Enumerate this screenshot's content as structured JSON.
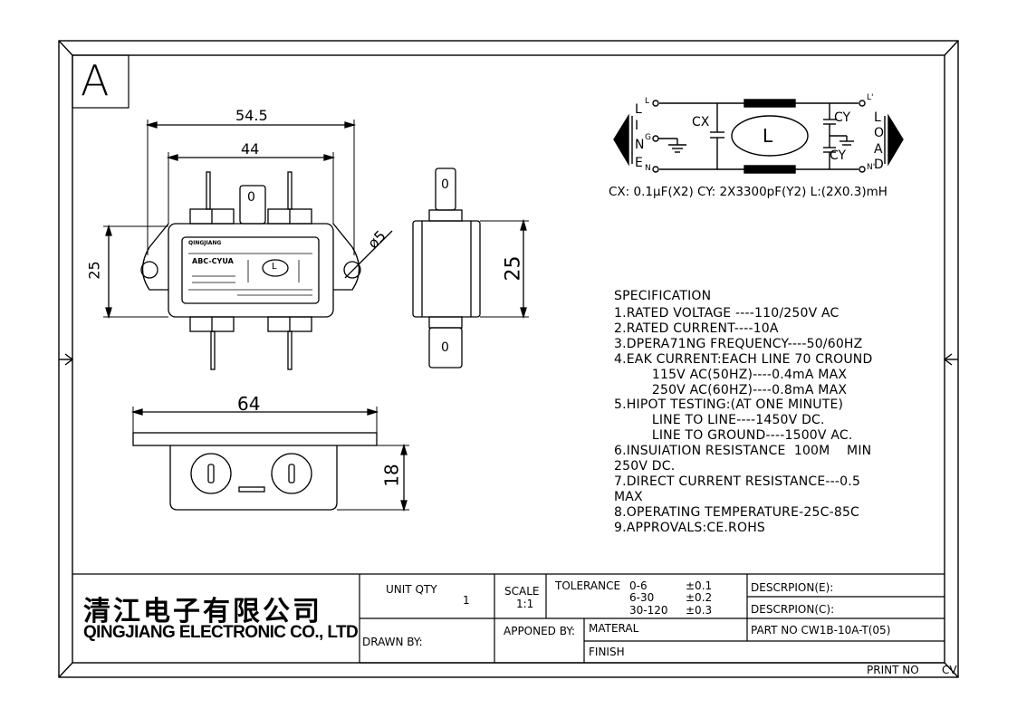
{
  "sheet_letter": "A",
  "dimensions": {
    "top_overall": "54.5",
    "top_inner": "44",
    "top_height": "25",
    "hole_diameter": "ø5",
    "side_height": "25",
    "bottom_width": "64",
    "bottom_height": "18"
  },
  "terminal_labels": {
    "top": "0",
    "bottom": "0"
  },
  "product_label": {
    "brand": "QINGJIANG",
    "line1": "ABC-CYUA",
    "inductor": "L"
  },
  "schematic": {
    "line_letters": [
      "L",
      "I",
      "N",
      "E"
    ],
    "load_letters": [
      "L",
      "O",
      "A",
      "D"
    ],
    "terminal_in": [
      "L",
      "G",
      "N"
    ],
    "terminal_out": [
      "L'",
      "N'"
    ],
    "cx_label": "CX",
    "cy_label_top": "CY",
    "cy_label_bottom": "CY",
    "inductor_label": "L",
    "caption": "CX: 0.1μF(X2) CY: 2X3300pF(Y2) L:(2X0.3)mH"
  },
  "specification": {
    "title": "SPECIFICATION",
    "lines": [
      "1.RATED VOLTAGE ----110/250V AC",
      "2.RATED CURRENT----10A",
      "3.DPERA71NG FREQUENCY----50/60HZ",
      "4.EAK CURRENT:EACH LINE 70 CROUND",
      "         115V AC(50HZ)----0.4mA MAX",
      "         250V AC(60HZ)----0.8mA MAX",
      "5.HIPOT TESTING:(AT ONE MINUTE)",
      "         LINE TO LINE----1450V DC.",
      "         LINE TO GROUND----1500V AC.",
      "6.INSUIATION RESISTANCE  100M    MIN",
      "250V DC.",
      "7.DIRECT CURRENT RESISTANCE---0.5",
      "MAX",
      "8.OPERATING TEMPERATURE-25C-85C",
      "9.APPROVALS:CE.ROHS"
    ]
  },
  "title_block": {
    "company_cn": "清江电子有限公司",
    "company_en": "QINGJIANG ELECTRONIC CO., LTD",
    "unit_qty_label": "UNIT QTY",
    "unit_qty_value": "1",
    "scale_label": "SCALE",
    "scale_value": "1:1",
    "tolerance_label": "TOLERANCE",
    "tolerance_rows": [
      {
        "range": "0-6",
        "value": "±0.1"
      },
      {
        "range": "6-30",
        "value": "±0.2"
      },
      {
        "range": "30-120",
        "value": "±0.3"
      }
    ],
    "descr_e": "DESCRPION(E):",
    "descr_c": "DESCRPION(C):",
    "part_no": "PART NO CW1B-10A-T(05)",
    "drawn_by": "DRAWN BY:",
    "approved_by": "APPONED BY:",
    "material": "MATERAL",
    "finish": "FINISH",
    "print_no": "PRINT NO",
    "print_no_value": "CV"
  }
}
